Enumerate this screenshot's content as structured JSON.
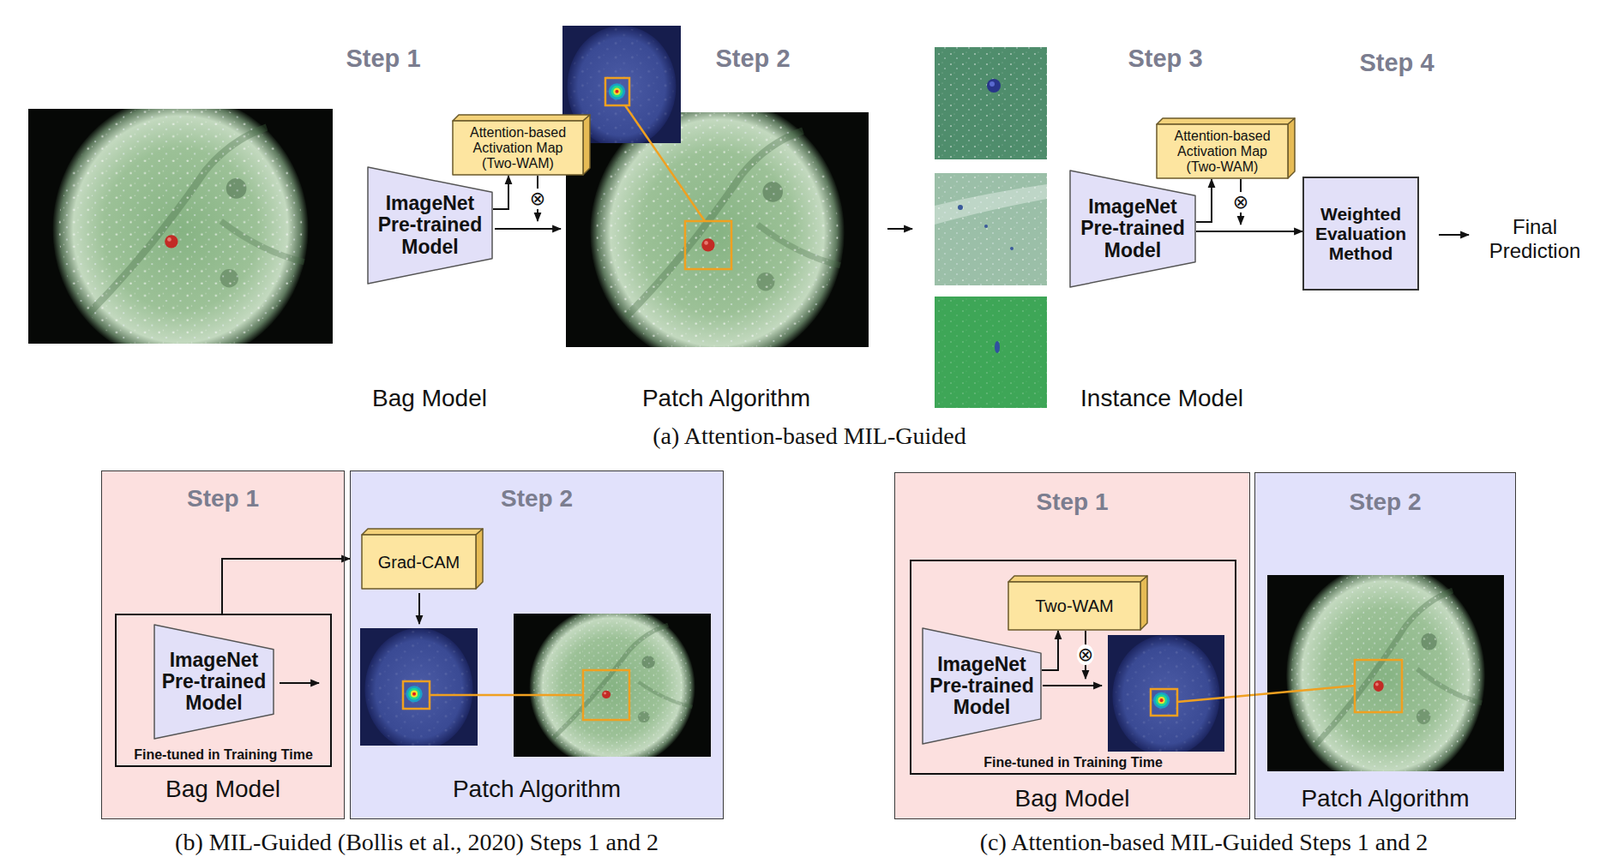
{
  "diagram": {
    "nodes": [
      {
        "text": [
          "ImageNet Pre-trained Model"
        ]
      },
      {
        "text": [
          "Attention-based Activation Map (Two-WAM)"
        ]
      },
      {
        "text": [
          "ImageNet Pre-trained Model"
        ]
      },
      {
        "text": [
          "Attention-based Activation Map (Two-WAM)"
        ]
      },
      {
        "text": [
          "Weighted Evaluation Method"
        ]
      },
      {
        "text": [
          "Step 1",
          "Bag Model"
        ]
      },
      {
        "text": [
          "Step 2",
          "Patch Algorithm"
        ]
      },
      {
        "text": [
          "Fine-tuned in Training Time"
        ],
        "in": 5
      },
      {
        "text": [
          "ImageNet Pre-trained Model"
        ],
        "in": 7
      },
      {
        "text": [
          "Grad-CAM"
        ],
        "in": 6
      },
      {
        "text": [
          "Step 1",
          "Bag Model"
        ]
      },
      {
        "text": [
          "Step 2",
          "Patch Algorithm"
        ]
      },
      {
        "text": [
          "Fine-tuned in Training Time"
        ],
        "in": 10
      },
      {
        "text": [
          "Two-WAM"
        ],
        "in": 12
      },
      {
        "text": [
          "ImageNet Pre-trained Model"
        ],
        "in": 12
      }
    ],
    "edges": [
      {
        "from": 0,
        "to": 1,
        "arrow": "to"
      },
      {
        "from": 1,
        "to": 0,
        "arrow": "to",
        "label": "⊗"
      },
      {
        "from": 2,
        "to": 3,
        "arrow": "to"
      },
      {
        "from": 3,
        "to": 2,
        "arrow": "to",
        "label": "⊗"
      },
      {
        "from": 2,
        "to": 4,
        "arrow": "to"
      },
      {
        "from": 7,
        "to": 6,
        "arrow": "to"
      },
      {
        "from": 14,
        "to": 13,
        "arrow": "to"
      },
      {
        "from": 13,
        "to": 14,
        "arrow": "to",
        "label": "⊗"
      }
    ],
    "labels": [
      "Step 1",
      "Step 2",
      "Step 3",
      "Step 4",
      "Bag Model",
      "Patch Algorithm",
      "Instance Model",
      "Final Prediction",
      "(a) Attention-based MIL-Guided",
      "(b) MIL-Guided (Bollis et al., 2020) Steps 1 and 2",
      "(c) Attention-based MIL-Guided Steps 1 and 2"
    ]
  }
}
